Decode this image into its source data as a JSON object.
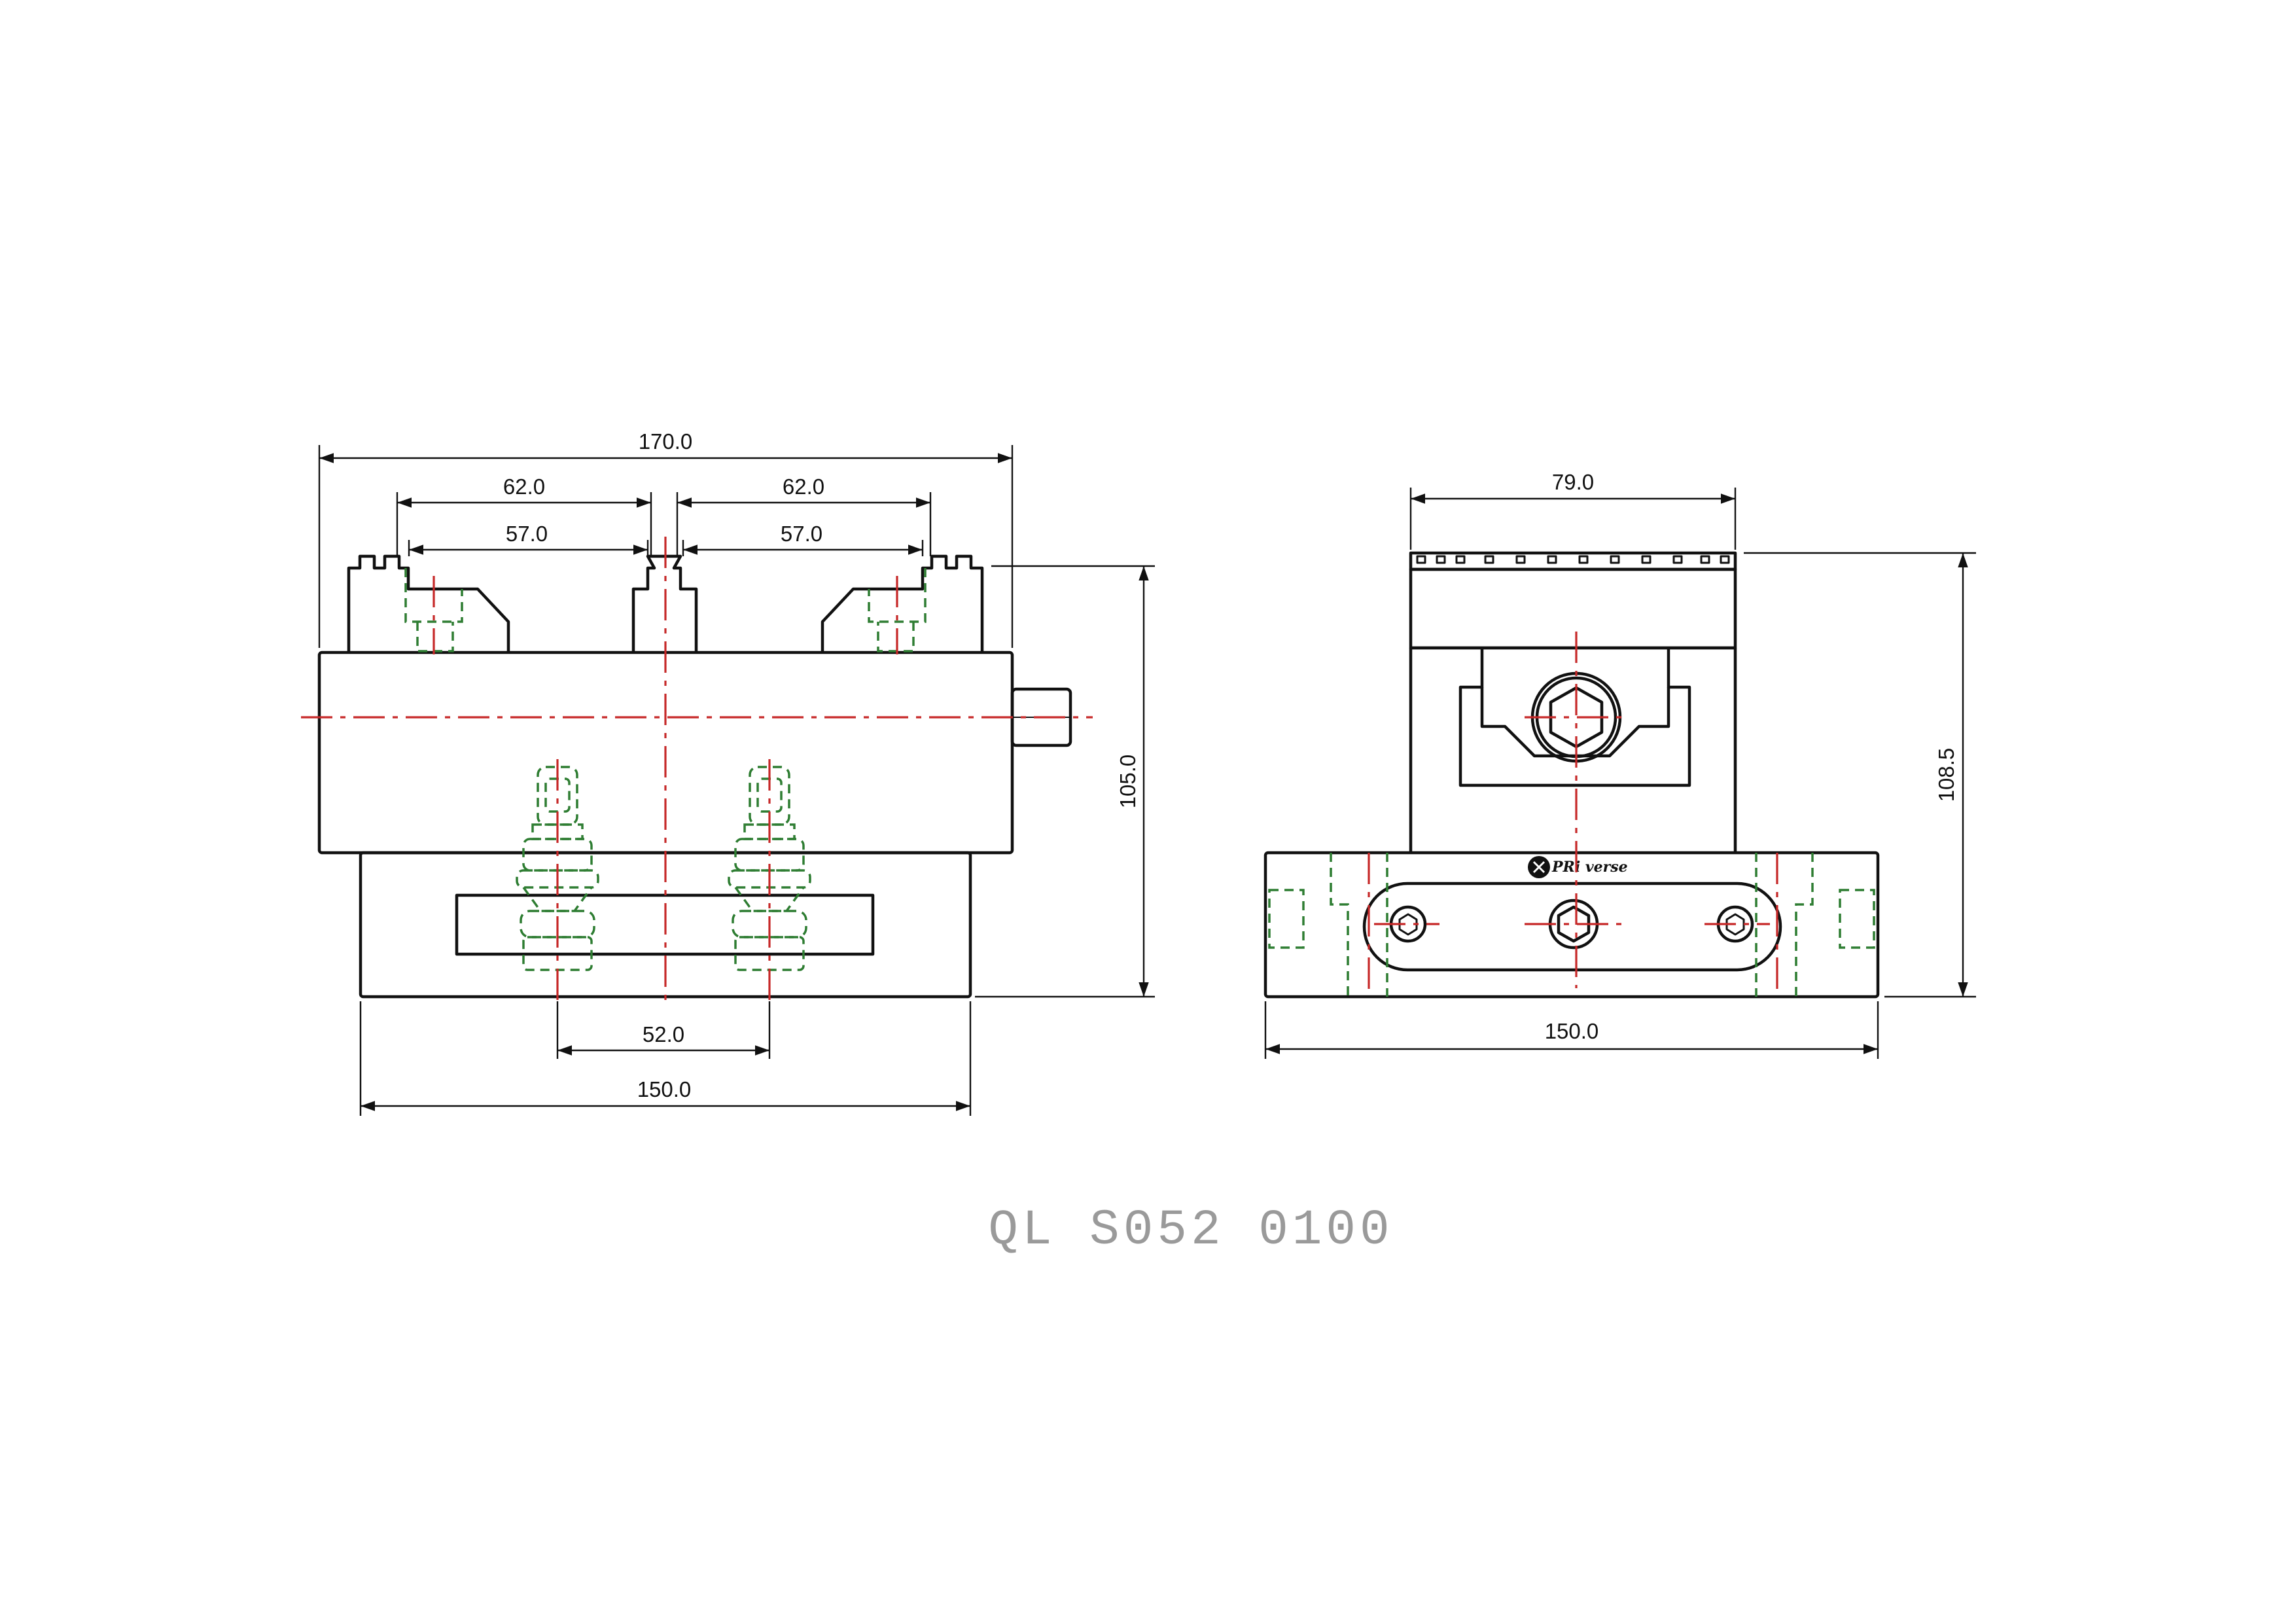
{
  "drawing_number": "QL S052 0100",
  "brand": "PRi verse",
  "colors": {
    "outline": "#111111",
    "hidden": "#2e7d32",
    "center": "#c62828",
    "title": "#9a9a9a"
  },
  "front_view": {
    "dims": {
      "overall_width": "170.0",
      "left_pitch": "62.0",
      "right_pitch": "62.0",
      "left_inner": "57.0",
      "right_inner": "57.0",
      "height": "105.0",
      "pin_spacing": "52.0",
      "base_width": "150.0"
    }
  },
  "side_view": {
    "dims": {
      "body_width": "79.0",
      "height": "108.5",
      "base_width": "150.0"
    }
  }
}
